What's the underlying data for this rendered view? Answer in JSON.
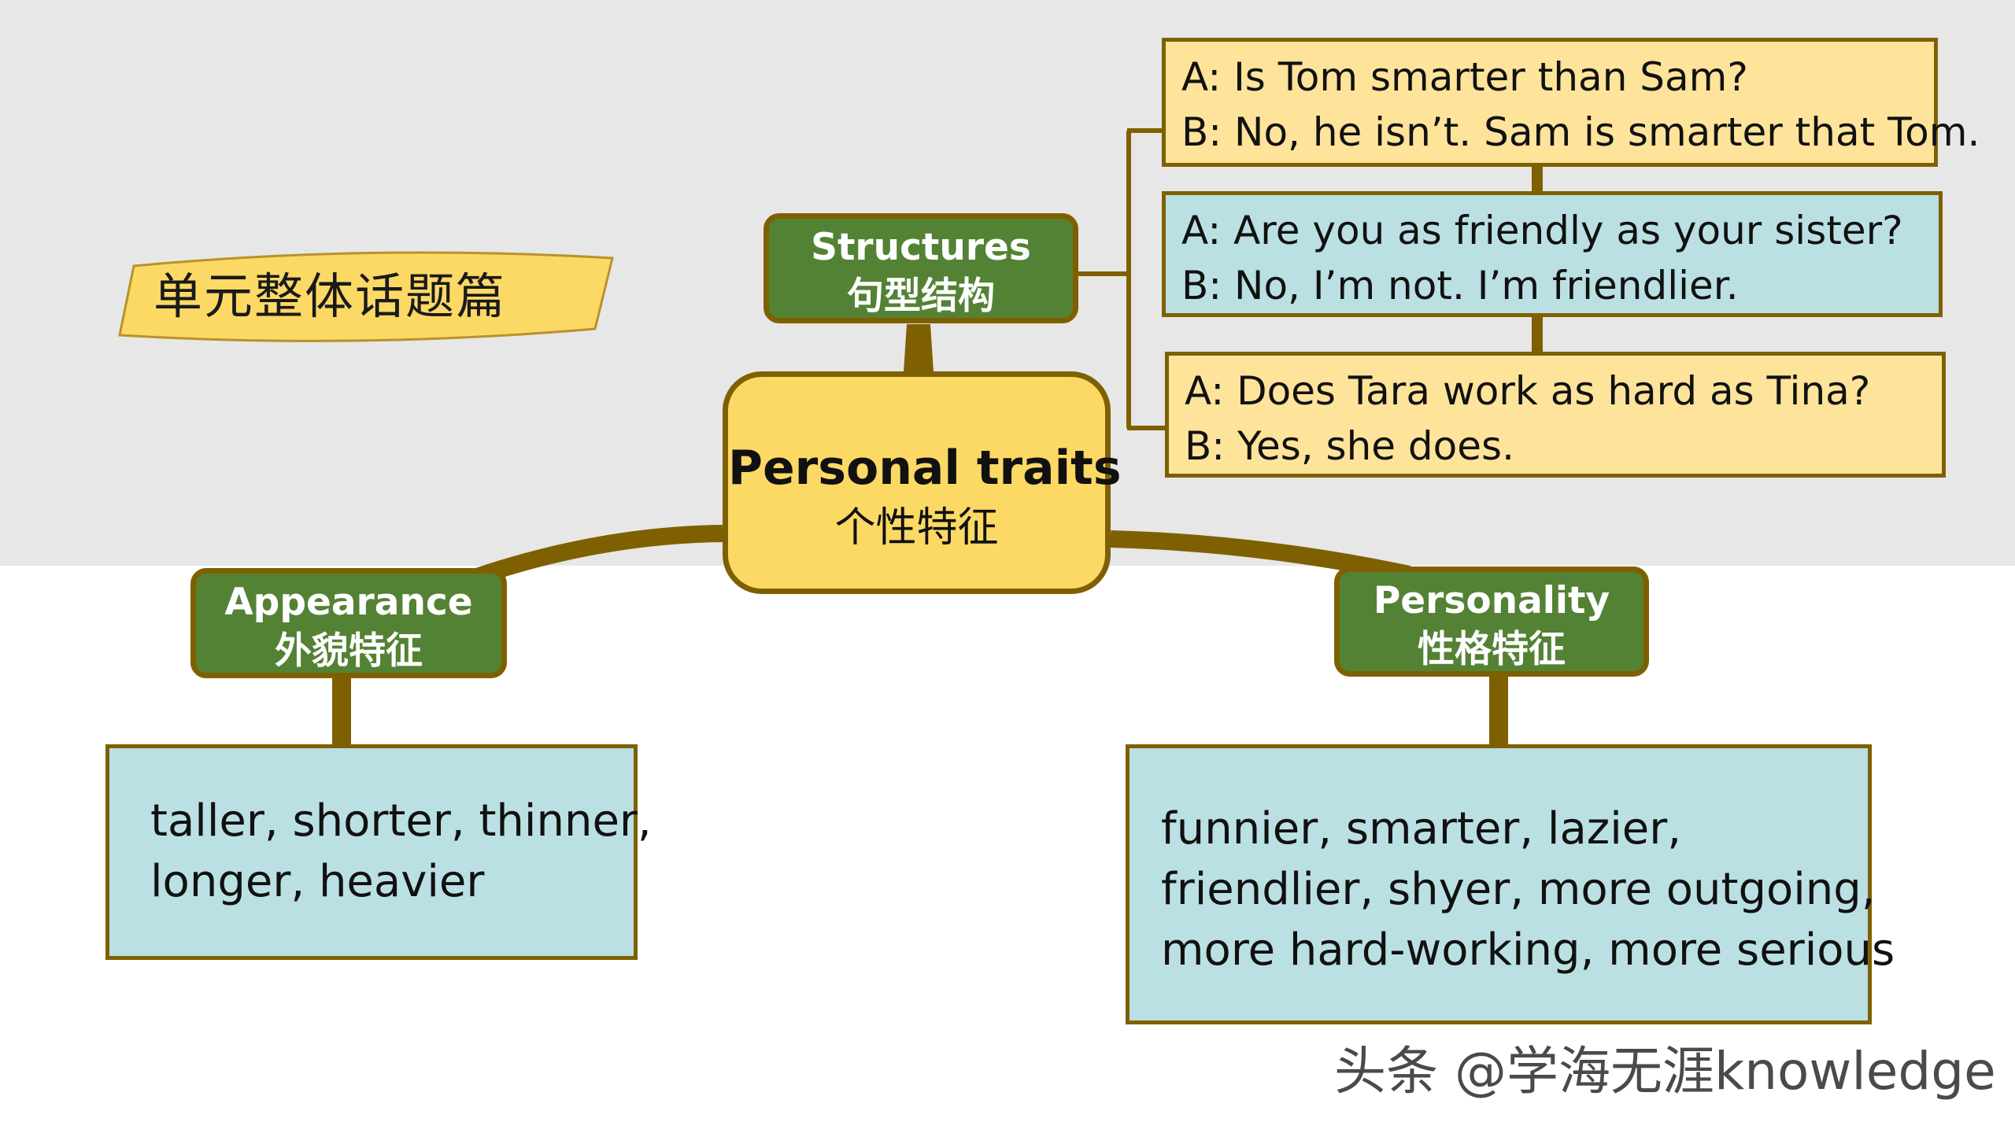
{
  "banner": {
    "label": "单元整体话题篇"
  },
  "center": {
    "title": "Personal traits",
    "subtitle": "个性特征"
  },
  "branches": {
    "structures": {
      "en": "Structures",
      "zh": "句型结构"
    },
    "appearance": {
      "en": "Appearance",
      "zh": "外貌特征"
    },
    "personality": {
      "en": "Personality",
      "zh": "性格特征"
    }
  },
  "dialogues": [
    {
      "a": "A: Is Tom smarter than Sam?",
      "b": "B: No, he isn’t. Sam is smarter that Tom.",
      "fill": "#fee49a"
    },
    {
      "a": "A: Are you as friendly as your sister?",
      "b": "B: No, I’m not. I’m friendlier.",
      "fill": "#bbe0e3"
    },
    {
      "a": "A: Does Tara work as hard as Tina?",
      "b": "B: Yes, she does.",
      "fill": "#fee49a"
    }
  ],
  "appearance_words": {
    "lines": [
      "taller, shorter, thinner,",
      "longer, heavier"
    ]
  },
  "personality_words": {
    "lines": [
      "funnier, smarter, lazier,",
      "friendlier, shyer, more outgoing,",
      "more hard-working, more serious"
    ]
  },
  "watermark": "头条 @学海无涯knowledge",
  "colors": {
    "background_top": "#e7e7e7",
    "connector": "#7f6000",
    "branch_fill": "#548235",
    "center_fill": "#fcd965",
    "yellow_box": "#fee49a",
    "blue_box": "#bbe0e3"
  }
}
